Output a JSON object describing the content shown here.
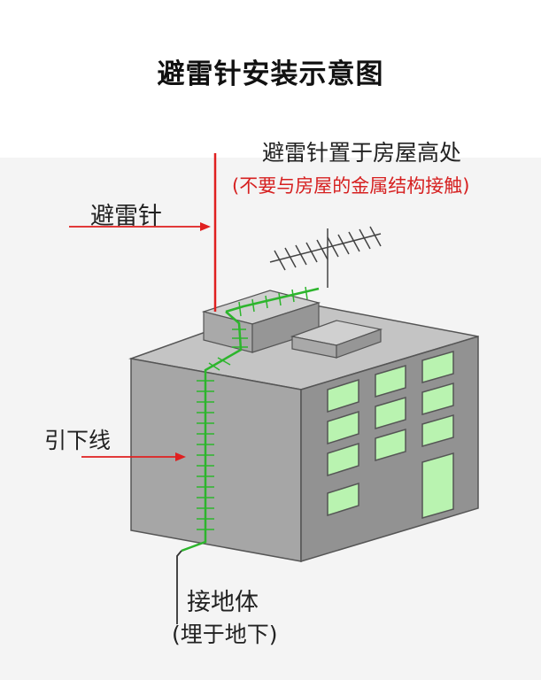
{
  "title": "避雷针安装示意图",
  "labels": {
    "lightning_rod": "避雷针",
    "rod_placement": "避雷针置于房屋高处",
    "rod_note": "(不要与房屋的金属结构接触)",
    "down_conductor": "引下线",
    "ground_body": "接地体",
    "ground_note": "(埋于地下)"
  },
  "colors": {
    "building_front": "#a6a6a6",
    "building_side": "#8f8f8f",
    "building_top": "#c4c4c4",
    "window": "#b9f3b0",
    "conductor": "#2db52d",
    "arrow": "#e02020",
    "note_text": "#d62020"
  },
  "icons": [
    "antenna-icon",
    "lightning-rod-icon",
    "arrow-icon"
  ]
}
